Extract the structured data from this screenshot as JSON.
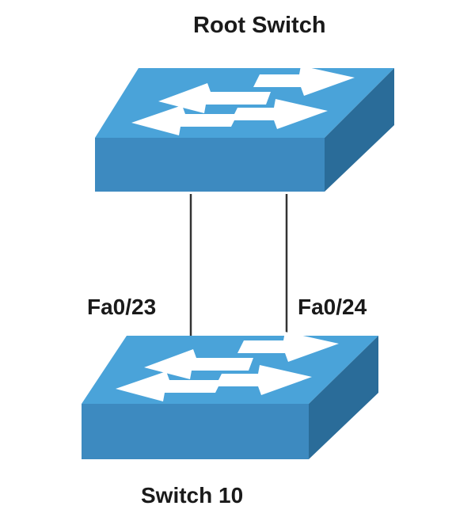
{
  "diagram": {
    "root_switch": {
      "label": "Root Switch",
      "icon": "network-switch-icon"
    },
    "switch_10": {
      "label": "Switch 10",
      "icon": "network-switch-icon"
    },
    "links": [
      {
        "port": "Fa0/23"
      },
      {
        "port": "Fa0/24"
      }
    ],
    "colors": {
      "switch_top": "#4aa3d9",
      "switch_front": "#3d8ac0",
      "switch_side": "#2a6c99",
      "arrow": "#ffffff",
      "link": "#333333",
      "text": "#1a1a1a"
    }
  }
}
